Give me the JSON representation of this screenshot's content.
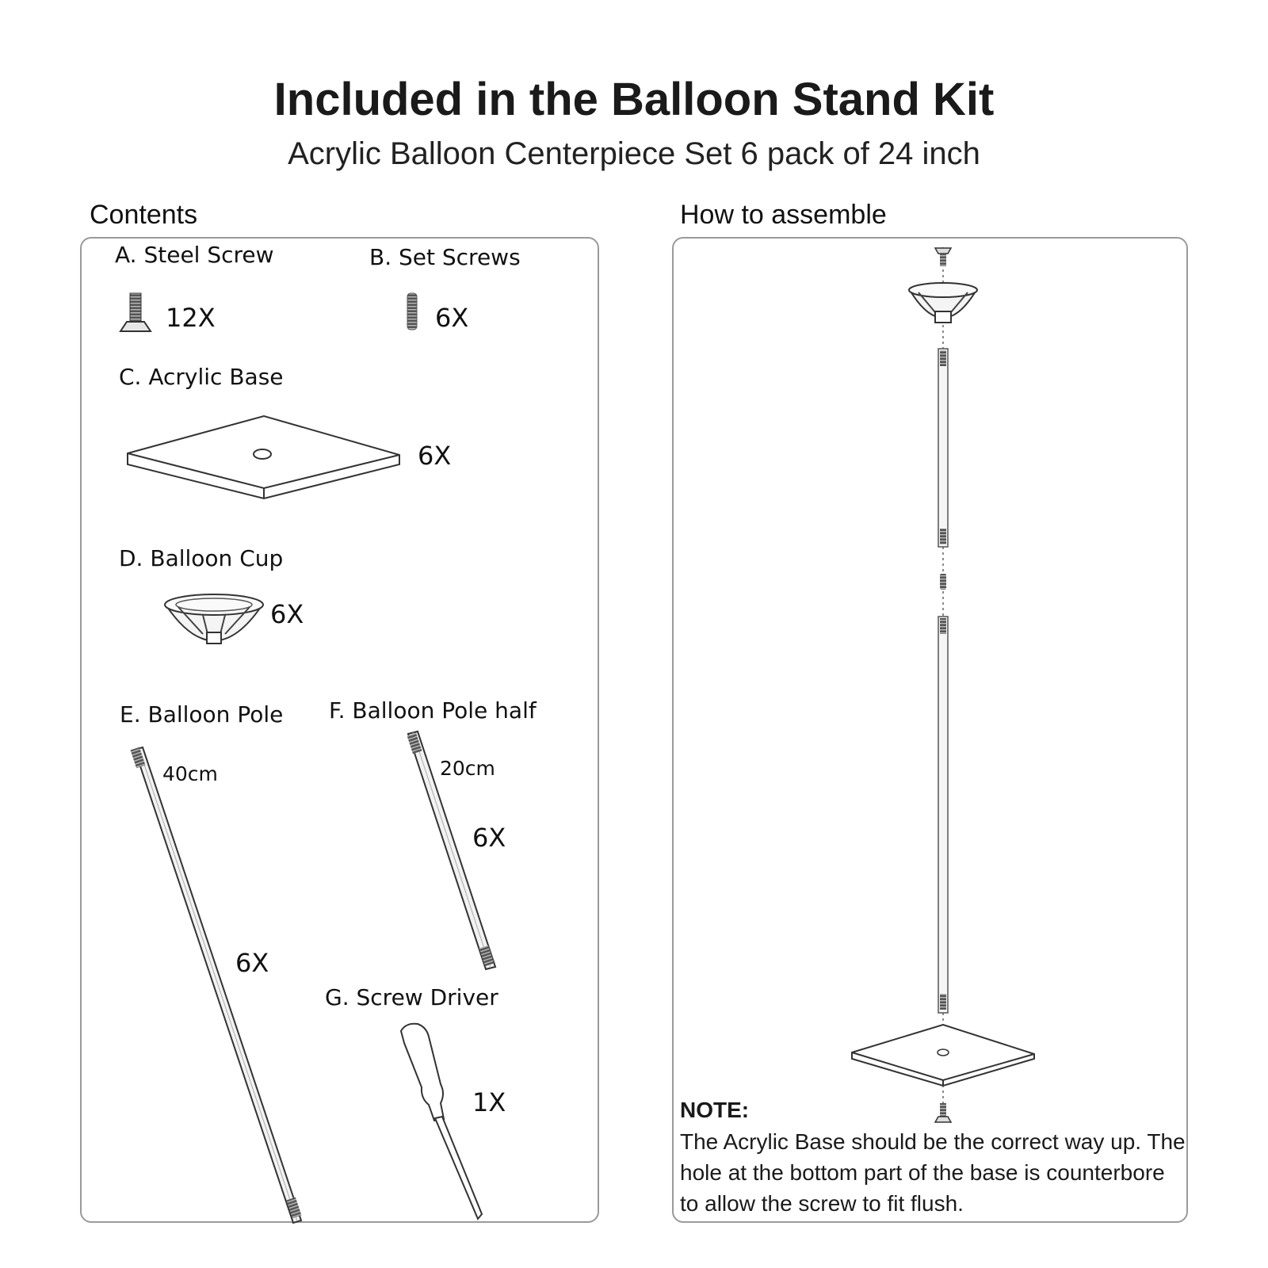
{
  "header": {
    "title": "Included in the Balloon Stand Kit",
    "subtitle": "Acrylic Balloon Centerpiece Set 6 pack of 24 inch"
  },
  "contents": {
    "heading": "Contents",
    "items": [
      {
        "label": "A.  Steel Screw",
        "qty": "12X"
      },
      {
        "label": "B. Set Screws",
        "qty": "6X"
      },
      {
        "label": "C. Acrylic Base",
        "qty": "6X"
      },
      {
        "label": "D. Balloon Cup",
        "qty": "6X"
      },
      {
        "label": "E. Balloon Pole",
        "qty": "6X",
        "length": "40cm"
      },
      {
        "label": "F. Balloon Pole half",
        "qty": "6X",
        "length": "20cm"
      },
      {
        "label": "G. Screw Driver",
        "qty": "1X"
      }
    ]
  },
  "assembly": {
    "heading": "How to assemble",
    "note_title": "NOTE:",
    "note_text": "The Acrylic Base should be the correct way up. The hole at the bottom part of the base is counterbore to allow the screw to fit flush."
  }
}
